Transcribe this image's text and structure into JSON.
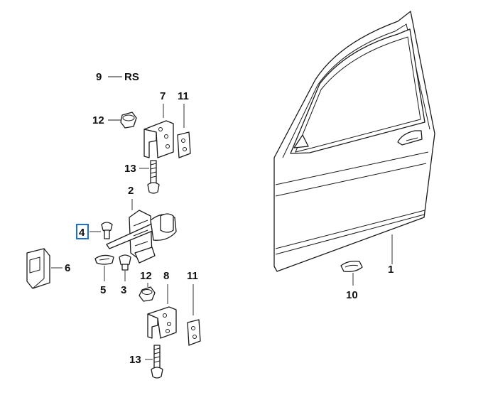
{
  "diagram": {
    "callouts": {
      "p9": "9",
      "rs": "RS",
      "p7": "7",
      "p11_top": "11",
      "p12_top": "12",
      "p13_top": "13",
      "p2": "2",
      "p4": "4",
      "p6": "6",
      "p5": "5",
      "p3": "3",
      "p12_bottom": "12",
      "p8": "8",
      "p11_bottom": "11",
      "p13_bottom": "13",
      "p1": "1",
      "p10": "10"
    },
    "selected_callout": "4",
    "highlight_color": "#1f6fd0"
  }
}
